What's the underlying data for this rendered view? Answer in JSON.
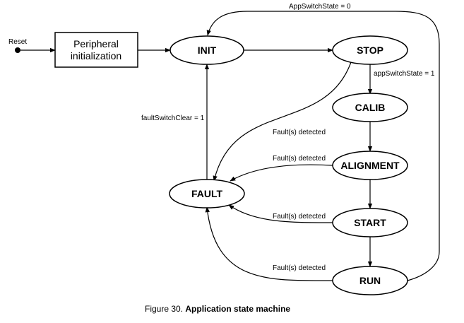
{
  "diagram": {
    "reset_label": "Reset",
    "peripheral_box": {
      "line1": "Peripheral",
      "line2": "initialization"
    },
    "states": {
      "init": "INIT",
      "stop": "STOP",
      "calib": "CALIB",
      "alignment": "ALIGNMENT",
      "start": "START",
      "run": "RUN",
      "fault": "FAULT"
    },
    "edge_labels": {
      "run_to_init": "AppSwitchState = 0",
      "stop_to_calib": "appSwitchState = 1",
      "fault_to_init": "faultSwitchClear = 1",
      "stop_to_fault": "Fault(s) detected",
      "alignment_to_fault": "Fault(s) detected",
      "start_to_fault": "Fault(s) detected",
      "run_to_fault": "Fault(s) detected"
    }
  },
  "caption": {
    "number": "Figure 30.",
    "title": "Application state machine"
  }
}
